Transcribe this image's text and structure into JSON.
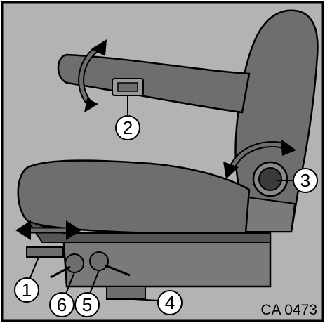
{
  "figure": {
    "code": "CA 0473",
    "colors": {
      "background": "#b3b3b3",
      "frame": "#000000",
      "seat": "#6e6e6e",
      "seat_dark": "#555555",
      "seat_light": "#8a8a8a",
      "knob": "#3a3a3a",
      "callout_fill": "#ffffff"
    }
  },
  "callouts": [
    {
      "id": 1,
      "label": "1",
      "icon": "lever-icon"
    },
    {
      "id": 2,
      "label": "2",
      "icon": "armrest-latch-icon"
    },
    {
      "id": 3,
      "label": "3",
      "icon": "backrest-knob-icon"
    },
    {
      "id": 4,
      "label": "4",
      "icon": "pedal-icon"
    },
    {
      "id": 5,
      "label": "5",
      "icon": "knob-icon"
    },
    {
      "id": 6,
      "label": "6",
      "icon": "knob-icon"
    }
  ]
}
